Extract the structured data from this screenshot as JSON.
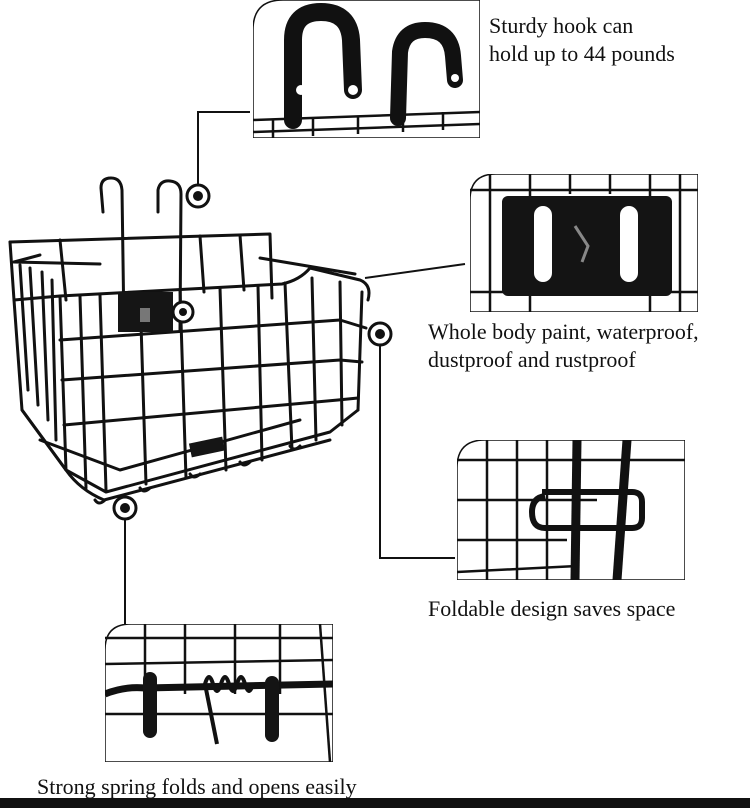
{
  "image_alt": "Black wire bicycle basket with hook, mounting plate, fold hinge and spring detail callouts",
  "colors": {
    "wire": "#111111",
    "background": "#ffffff",
    "callout_line": "#111111"
  },
  "callouts": {
    "hook": {
      "line1": "Sturdy hook can",
      "line2": "hold up to 44 pounds"
    },
    "paint": {
      "line1": "Whole body paint, waterproof,",
      "line2": "dustproof and rustproof"
    },
    "fold": {
      "text": "Foldable design saves space"
    },
    "spring": {
      "text": "Strong spring folds and opens easily"
    }
  }
}
